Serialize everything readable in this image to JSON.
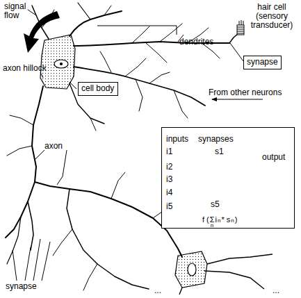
{
  "diagram": {
    "nodes": [
      {
        "text": [
          "synapse"
        ]
      },
      {
        "text": [
          "cell body"
        ]
      },
      {
        "text": [
          "inputs",
          "synapses",
          "i1",
          "i2",
          "i3",
          "i4",
          "i5",
          "s1",
          "s5",
          "output",
          "f (",
          "Σ",
          "n",
          "i",
          "n",
          "* s",
          "n",
          ")"
        ]
      }
    ],
    "labels": [
      "signal flow",
      "dendrites",
      "hair cell (sensory transducer)",
      "From other neurons",
      "axon hillock",
      "axon",
      "synapse",
      "...",
      "..."
    ]
  }
}
